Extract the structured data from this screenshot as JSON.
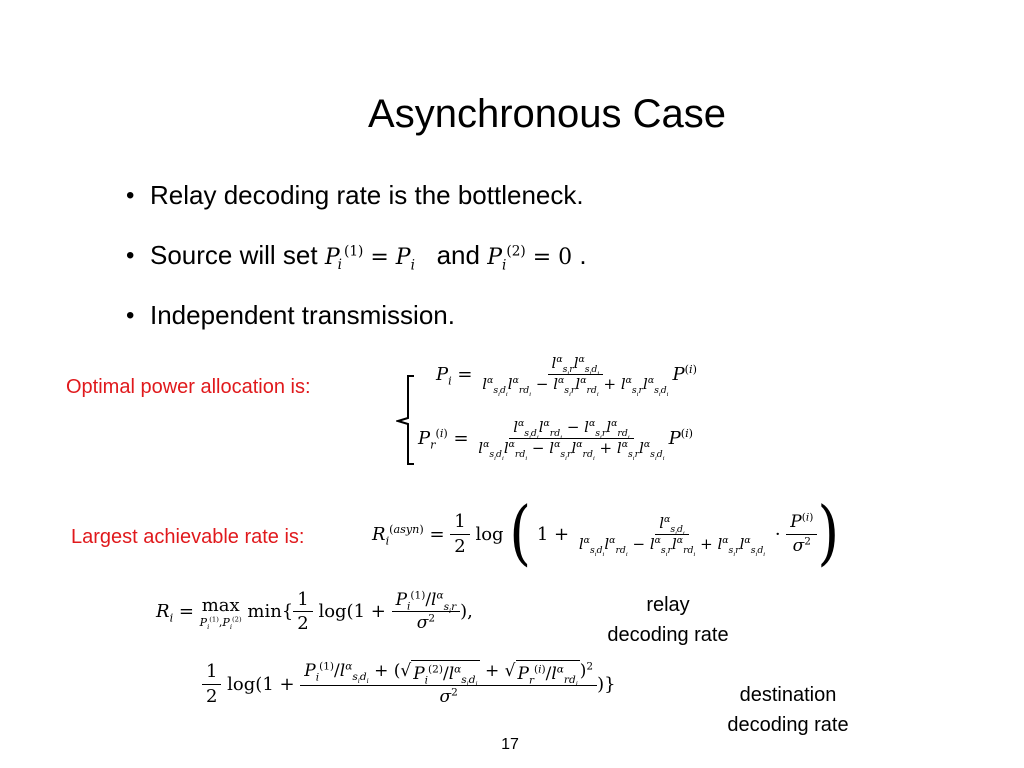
{
  "slide": {
    "title": "Asynchronous Case",
    "bullets": [
      {
        "text": "Relay decoding rate is the bottleneck."
      },
      {
        "prefix": "Source will set ",
        "middle": "and",
        "suffix": "."
      },
      {
        "text": "Independent transmission."
      }
    ],
    "optimal_power_label": "Optimal power allocation is:",
    "largest_rate_label": "Largest achievable rate is:",
    "relay_label_line1": "relay",
    "relay_label_line2": "decoding rate",
    "destination_label_line1": "destination",
    "destination_label_line2": "decoding rate",
    "page_number": "17",
    "accent_color": "#e0191c"
  }
}
